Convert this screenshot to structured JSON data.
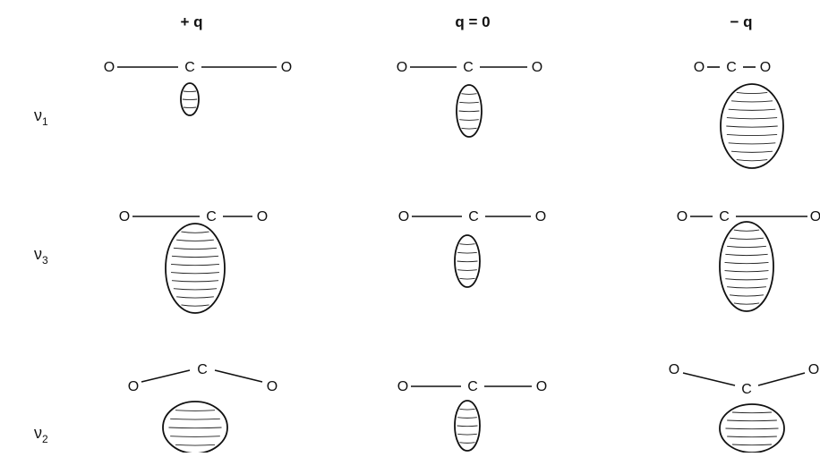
{
  "columns": [
    {
      "key": "plus",
      "label": "+ q"
    },
    {
      "key": "zero",
      "label": "q = 0"
    },
    {
      "key": "minus",
      "label": "− q"
    }
  ],
  "rows": [
    {
      "key": "v1",
      "mode": "ν",
      "sub": "1"
    },
    {
      "key": "v3",
      "mode": "ν",
      "sub": "3"
    },
    {
      "key": "v2",
      "mode": "ν",
      "sub": "2"
    }
  ],
  "atoms": {
    "oxygen": "O",
    "carbon": "C"
  },
  "cells": [
    {
      "row": "v1",
      "col": "plus",
      "geometry": "linear-symmetric-long",
      "ellipsoid": "small"
    },
    {
      "row": "v1",
      "col": "zero",
      "geometry": "linear-symmetric",
      "ellipsoid": "medium"
    },
    {
      "row": "v1",
      "col": "minus",
      "geometry": "linear-symmetric-short",
      "ellipsoid": "large"
    },
    {
      "row": "v3",
      "col": "plus",
      "geometry": "linear-asym-left-long",
      "ellipsoid": "large"
    },
    {
      "row": "v3",
      "col": "zero",
      "geometry": "linear-symmetric",
      "ellipsoid": "medium"
    },
    {
      "row": "v3",
      "col": "minus",
      "geometry": "linear-asym-right-long",
      "ellipsoid": "large"
    },
    {
      "row": "v2",
      "col": "plus",
      "geometry": "bent-up",
      "ellipsoid": "round"
    },
    {
      "row": "v2",
      "col": "zero",
      "geometry": "linear-symmetric",
      "ellipsoid": "medium"
    },
    {
      "row": "v2",
      "col": "minus",
      "geometry": "bent-down",
      "ellipsoid": "round"
    }
  ]
}
